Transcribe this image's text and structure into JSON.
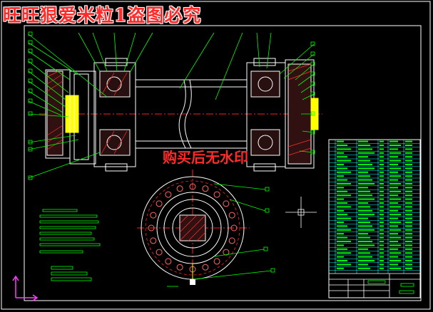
{
  "watermarks": {
    "top_left": "旺旺狠爱米粒1盗图必究",
    "center": "购买后无水印"
  },
  "colors": {
    "background": "#000000",
    "frame": "#ffffff",
    "linework": "#ffffff",
    "leader": "#00ff00",
    "centerline": "#ff2020",
    "hatch": "#ff3030",
    "yellow": "#ffff00",
    "bolt": "#ff6666",
    "cyan": "#00ffff",
    "magenta": "#ff40ff",
    "watermark": "#ff2a2a"
  },
  "views": {
    "section_view": "longitudinal-section",
    "end_view": "circular-end-view",
    "title_block": "parts-list-table",
    "notes": "technical-requirements"
  }
}
